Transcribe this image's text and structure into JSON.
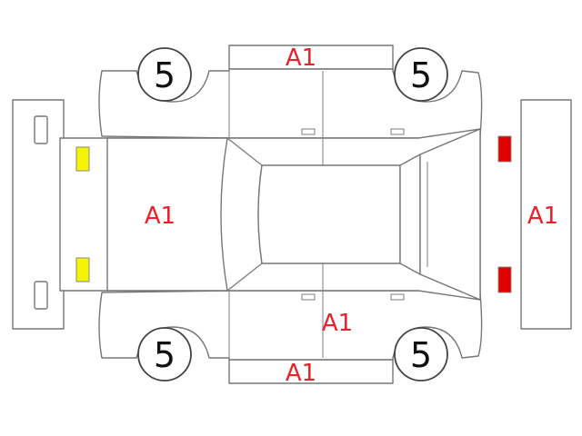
{
  "wheels": {
    "front_left": "5",
    "rear_left": "5",
    "front_right": "5",
    "rear_right": "5"
  },
  "codes": {
    "roof_top": "A1",
    "bottom_panel": "A1",
    "hood": "A1",
    "rear_bumper": "A1",
    "door_lower": "A1"
  },
  "colors": {
    "code_text": "#e8212b",
    "headlights": "#f5f500",
    "taillights": "#e00000",
    "outline": "#777777"
  }
}
